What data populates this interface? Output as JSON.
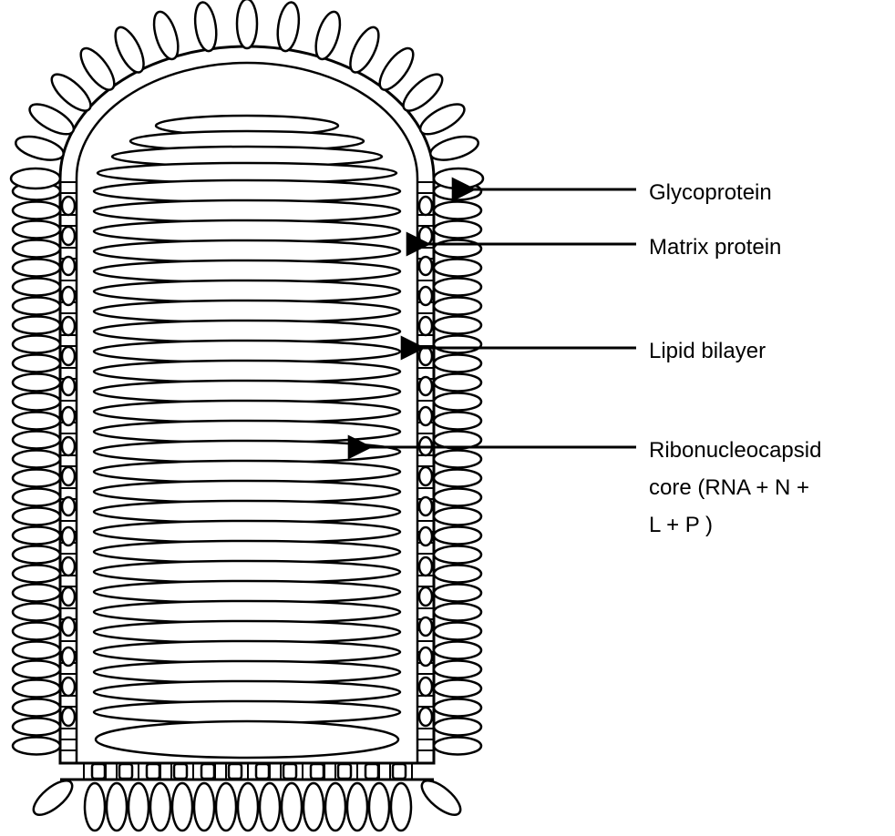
{
  "labels": {
    "glycoprotein": "Glycoprotein",
    "matrix_protein": "Matrix protein",
    "lipid_bilayer": "Lipid bilayer",
    "ribonucleocapsid_line1": "Ribonucleocapsid",
    "ribonucleocapsid_line2": "core (RNA + N +",
    "ribonucleocapsid_line3": "L + P )"
  },
  "colors": {
    "stroke": "#000000",
    "background": "#ffffff"
  }
}
